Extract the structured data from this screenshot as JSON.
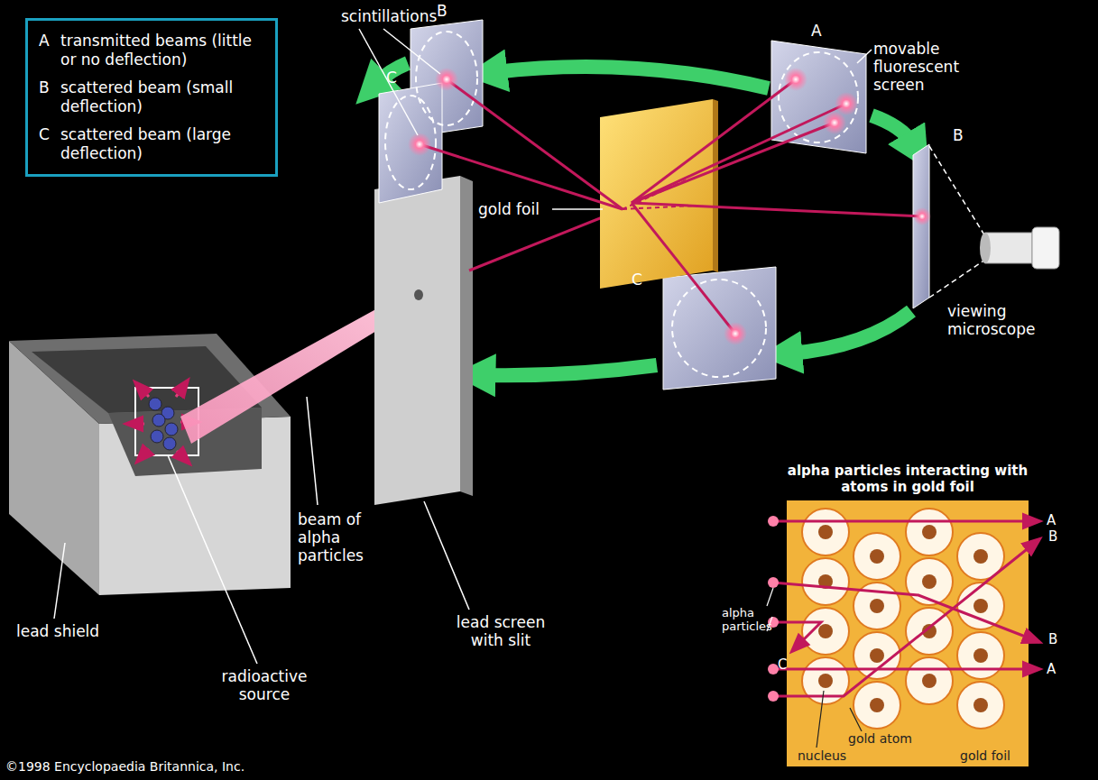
{
  "diagram": {
    "nodes": [
      {
        "text": [
          "A",
          "transmitted beams (little or no deflection)",
          "B",
          "scattered beam (small deflection)",
          "C",
          "scattered beam (large deflection)"
        ]
      },
      {
        "text": [
          "alpha particles interacting with atoms in gold foil",
          "gold atom",
          "nucleus",
          "gold foil"
        ]
      }
    ],
    "labels": [
      "scintillations",
      "B",
      "A",
      "movable fluorescent screen",
      "C",
      "B",
      "gold foil",
      "C",
      "viewing microscope",
      "lead shield",
      "radioactive source",
      "beam of alpha particles",
      "lead screen with slit",
      "alpha particles",
      "A",
      "B",
      "B",
      "C",
      "A",
      "©1998 Encyclopaedia Britannica, Inc."
    ]
  }
}
